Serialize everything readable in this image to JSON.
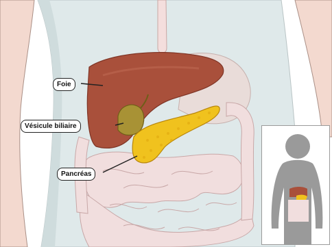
{
  "labels": {
    "liver": "Foie",
    "gallbladder": "Vésicule biliaire",
    "pancreas": "Pancréas"
  },
  "colors": {
    "background": "#ffffff",
    "torso": "#dfe9ea",
    "skin_outline": "#a98f86",
    "arm_skin": "#f3d9cf",
    "liver": "#a9503b",
    "gallbladder": "#a89235",
    "pancreas": "#f0c21e",
    "stomach": "#e9dcd9",
    "intestines": "#f1dede",
    "esophagus": "#f4dedd",
    "inset_silhouette": "#9a9a9a",
    "inset_border": "#9a9a9a"
  },
  "icons": [
    "child-silhouette-icon"
  ]
}
